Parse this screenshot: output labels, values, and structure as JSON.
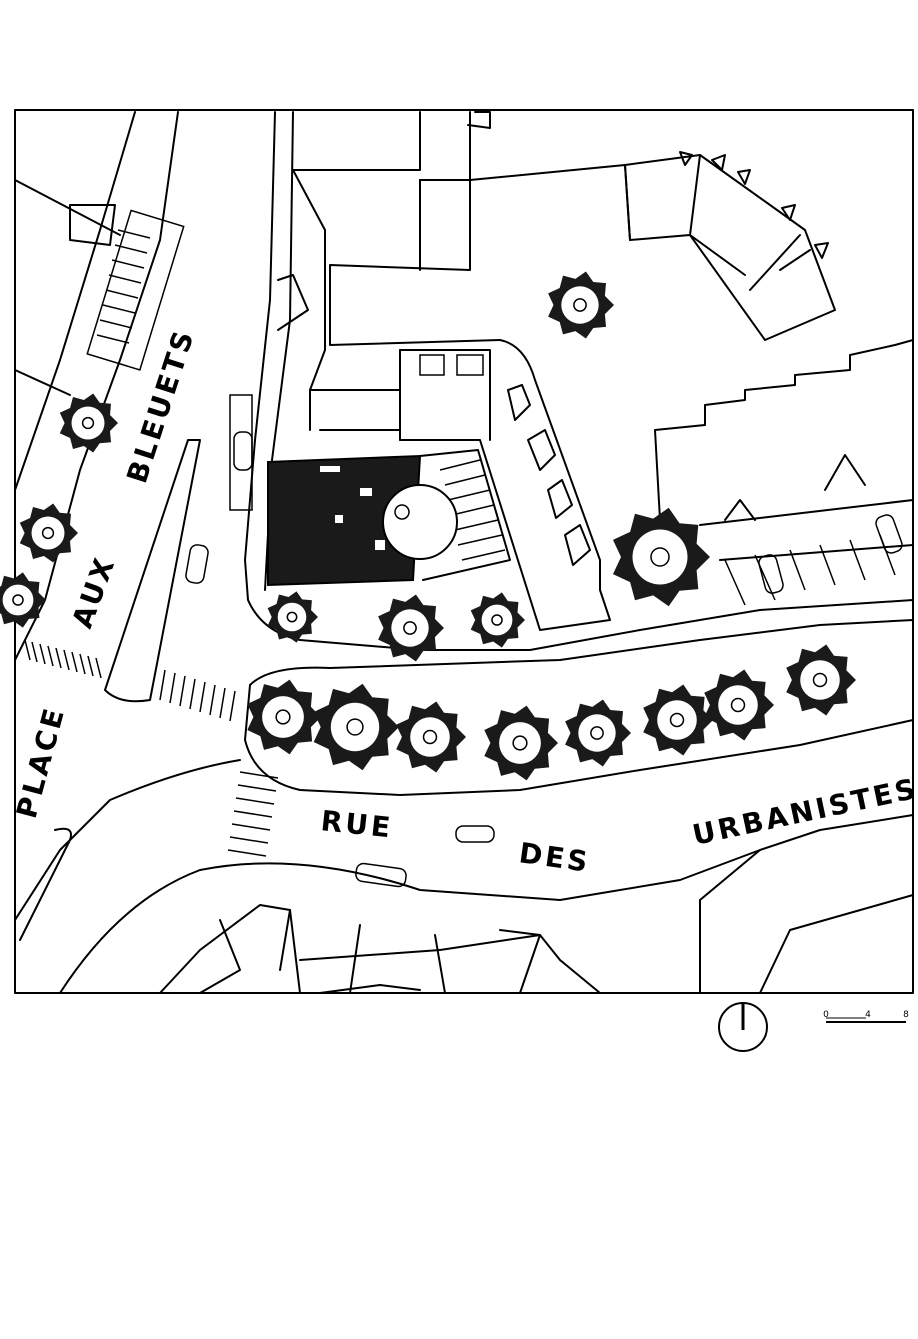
{
  "map": {
    "street_labels": {
      "place": "PLACE",
      "aux": "AUX",
      "bleuets": "BLEUETS",
      "rue": "RUE",
      "des": "DES",
      "urbanistes": "URBANISTES"
    },
    "scale_bar": {
      "ticks": [
        "0",
        "4",
        "8"
      ]
    },
    "north_arrow": {
      "icon": "north-arrow-icon"
    },
    "colors": {
      "ink": "#000000",
      "paper": "#ffffff",
      "building_fill": "#1a1a1a"
    }
  }
}
